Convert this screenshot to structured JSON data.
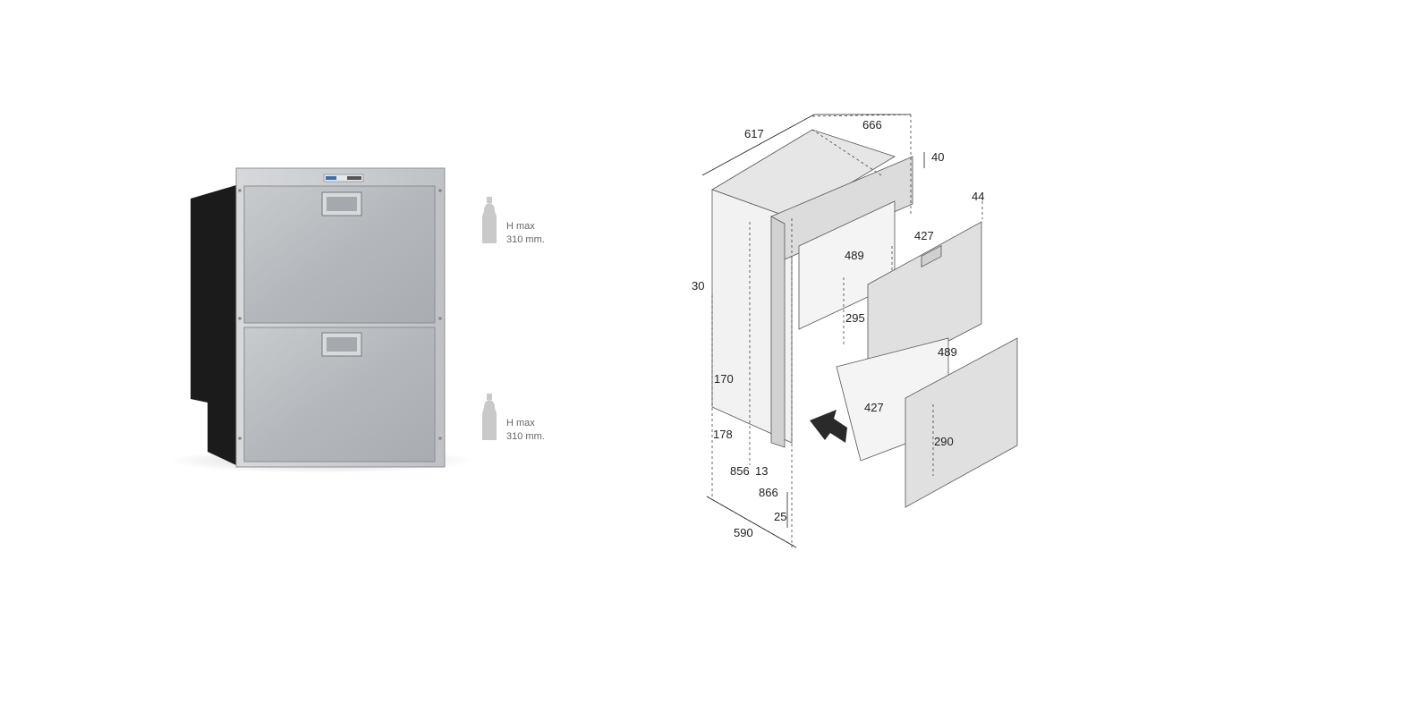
{
  "product": {
    "bottle_upper": {
      "line1": "H max",
      "line2": "310 mm."
    },
    "bottle_lower": {
      "line1": "H max",
      "line2": "310 mm."
    }
  },
  "drawing": {
    "dims": {
      "d617": "617",
      "d666": "666",
      "d40": "40",
      "d44": "44",
      "d427a": "427",
      "d489a": "489",
      "d30": "30",
      "d295": "295",
      "d489b": "489",
      "d170": "170",
      "d427b": "427",
      "d290": "290",
      "d178": "178",
      "d856": "856",
      "d13": "13",
      "d866": "866",
      "d25": "25",
      "d590": "590"
    }
  },
  "colors": {
    "steel": "#b9bcbf",
    "steel_dark": "#9a9da1",
    "cabinet_black": "#1b1b1b",
    "line": "#333333",
    "bottle": "#c9c9c9"
  }
}
